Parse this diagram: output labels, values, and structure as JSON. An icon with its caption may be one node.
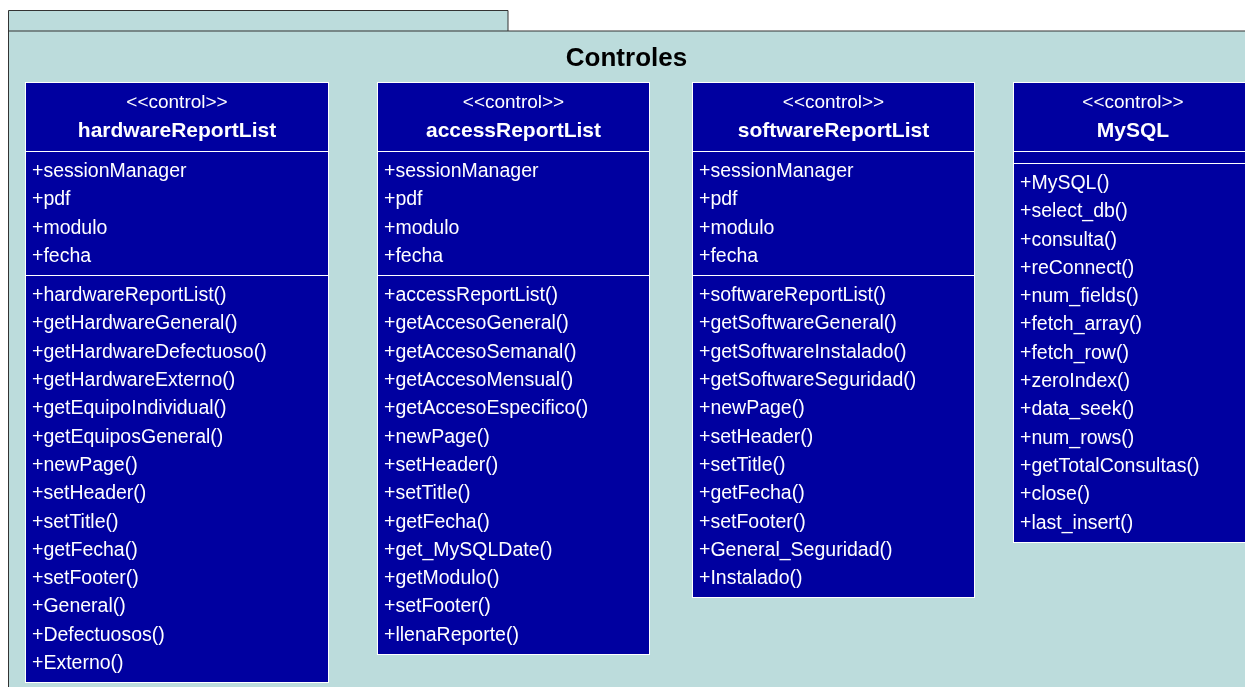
{
  "diagram": {
    "nodes": [
      {
        "text": [
          "Controles"
        ]
      },
      {
        "text": [
          "<<control>>",
          "hardwareReportList"
        ],
        "in": 0
      },
      {
        "text": [
          "+sessionManager",
          "+pdf",
          "+modulo",
          "+fecha"
        ],
        "in": 1
      },
      {
        "text": [
          "+hardwareReportList()",
          "+getHardwareGeneral()",
          "+getHardwareDefectuoso()",
          "+getHardwareExterno()",
          "+getEquipoIndividual()",
          "+getEquiposGeneral()",
          "+newPage()",
          "+setHeader()",
          "+setTitle()",
          "+getFecha()",
          "+setFooter()",
          "+General()",
          "+Defectuosos()",
          "+Externo()"
        ],
        "in": 1
      },
      {
        "text": [
          "<<control>>",
          "accessReportList"
        ],
        "in": 0
      },
      {
        "text": [
          "+sessionManager",
          "+pdf",
          "+modulo",
          "+fecha"
        ],
        "in": 4
      },
      {
        "text": [
          "+accessReportList()",
          "+getAccesoGeneral()",
          "+getAccesoSemanal()",
          "+getAccesoMensual()",
          "+getAccesoEspecifico()",
          "+newPage()",
          "+setHeader()",
          "+setTitle()",
          "+getFecha()",
          "+get_MySQLDate()",
          "+getModulo()",
          "+setFooter()",
          "+llenaReporte()"
        ],
        "in": 4
      },
      {
        "text": [
          "<<control>>",
          "softwareReportList"
        ],
        "in": 0
      },
      {
        "text": [
          "+sessionManager",
          "+pdf",
          "+modulo",
          "+fecha"
        ],
        "in": 7
      },
      {
        "text": [
          "+softwareReportList()",
          "+getSoftwareGeneral()",
          "+getSoftwareInstalado()",
          "+getSoftwareSeguridad()",
          "+newPage()",
          "+setHeader()",
          "+setTitle()",
          "+getFecha()",
          "+setFooter()",
          "+General_Seguridad()",
          "+Instalado()"
        ],
        "in": 7
      },
      {
        "text": [
          "<<control>>",
          "MySQL"
        ],
        "in": 0
      },
      {
        "text": [],
        "shape": "box",
        "in": 10
      },
      {
        "text": [
          "+MySQL()",
          "+select_db()",
          "+consulta()",
          "+reConnect()",
          "+num_fields()",
          "+fetch_array()",
          "+fetch_row()",
          "+zeroIndex()",
          "+data_seek()",
          "+num_rows()",
          "+getTotalConsultas()",
          "+close()",
          "+last_insert()"
        ],
        "in": 10
      }
    ],
    "edges": []
  }
}
